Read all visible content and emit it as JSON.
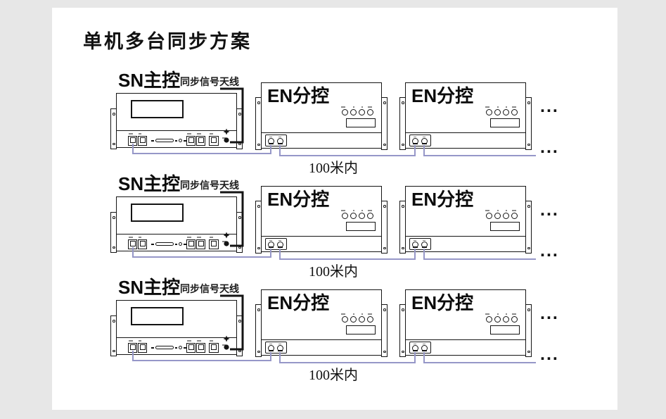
{
  "page_title": "单机多台同步方案",
  "rows": [
    {
      "sn_label": "SN主控",
      "antenna_label": "同步信号天线",
      "en1_label": "EN分控",
      "en2_label": "EN分控",
      "distance_label": "100米内",
      "ellipsis_devices": "...",
      "ellipsis_wire": "..."
    },
    {
      "sn_label": "SN主控",
      "antenna_label": "同步信号天线",
      "en1_label": "EN分控",
      "en2_label": "EN分控",
      "distance_label": "100米内",
      "ellipsis_devices": "...",
      "ellipsis_wire": "..."
    },
    {
      "sn_label": "SN主控",
      "antenna_label": "同步信号天线",
      "en1_label": "EN分控",
      "en2_label": "EN分控",
      "distance_label": "100米内",
      "ellipsis_devices": "...",
      "ellipsis_wire": "..."
    }
  ],
  "colors": {
    "page_bg": "#e7e7e7",
    "canvas_bg": "#ffffff",
    "outline": "#141414",
    "data_wire": "#9697c8",
    "antenna_wire": "#141414"
  }
}
